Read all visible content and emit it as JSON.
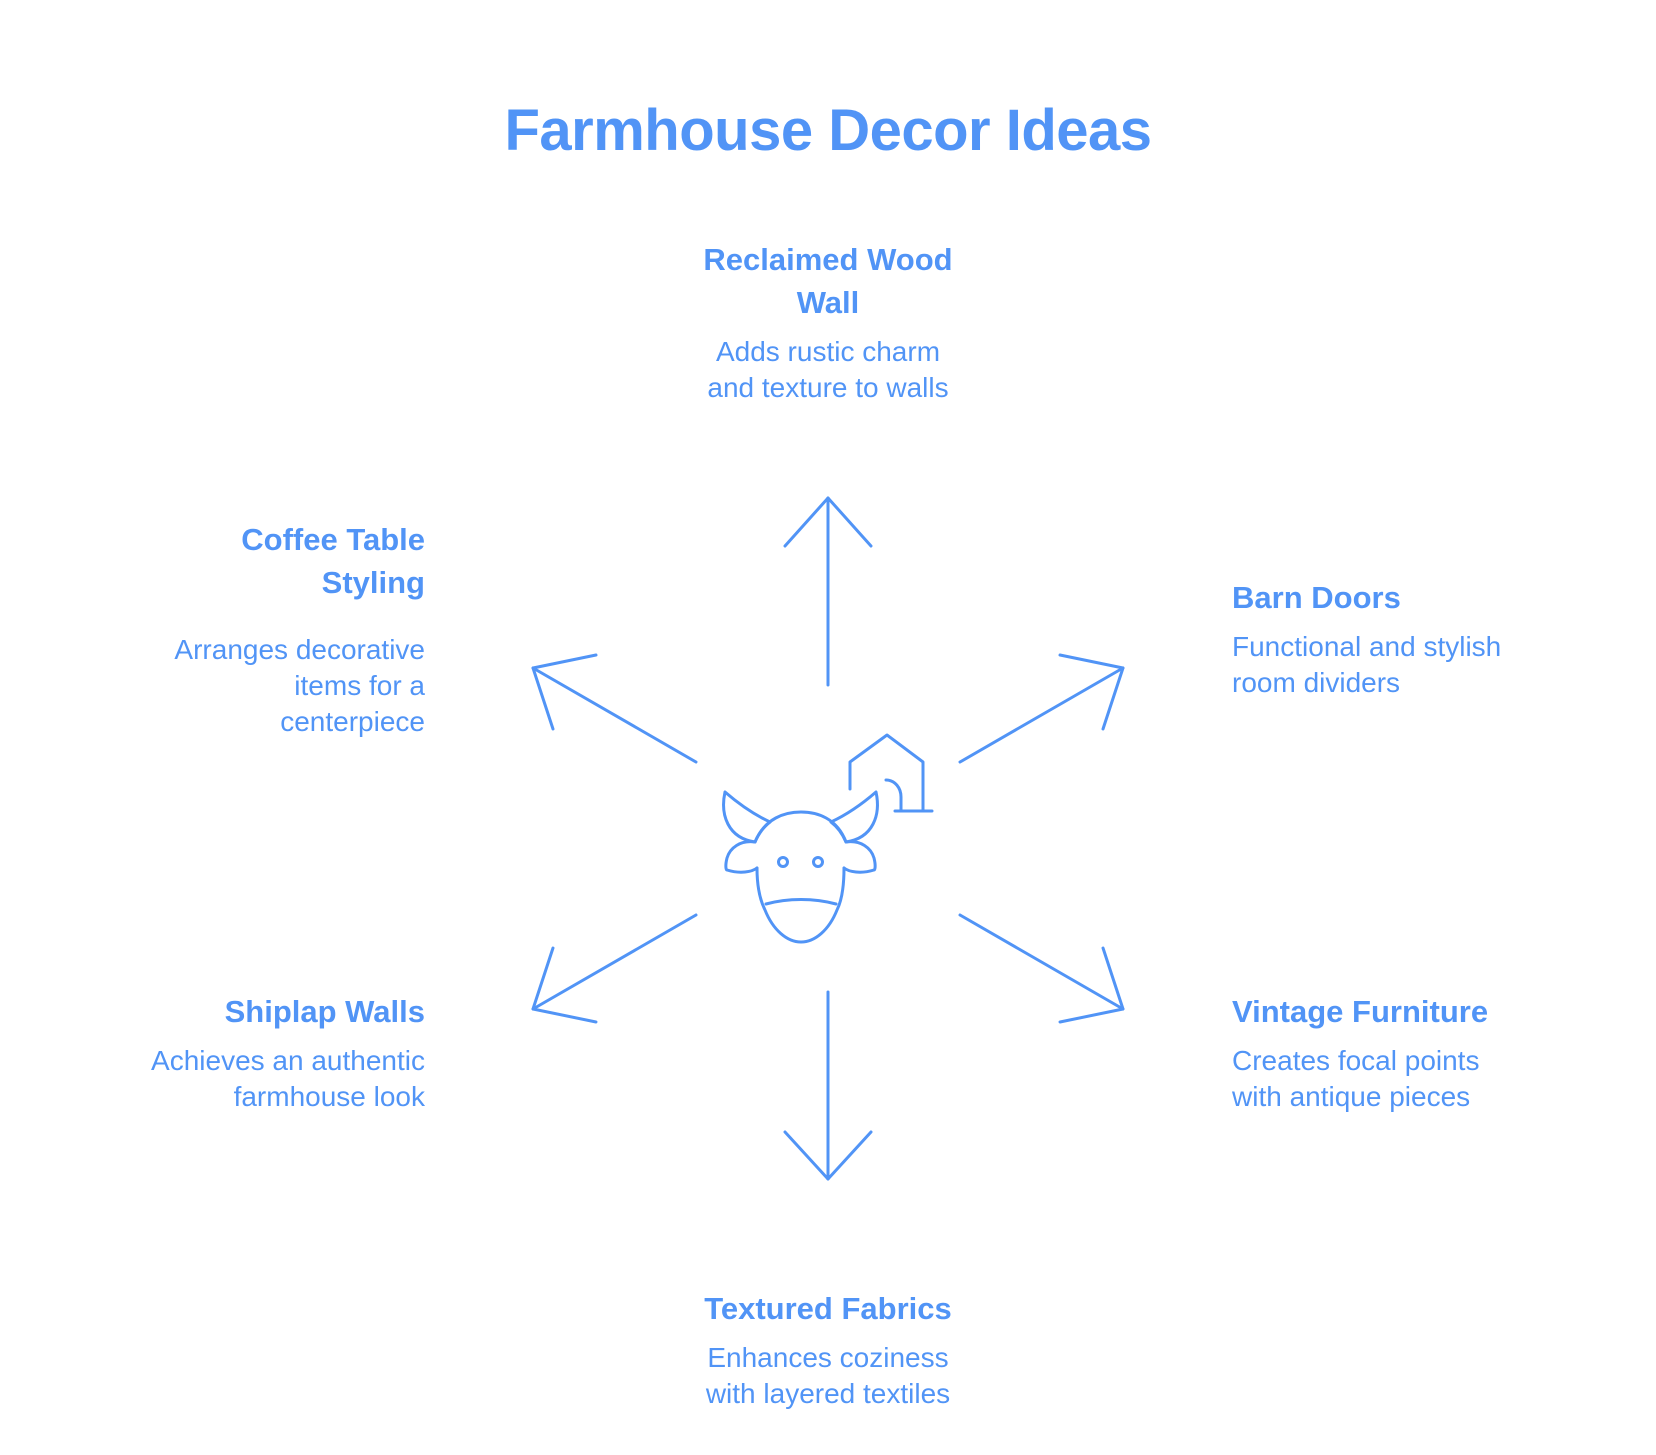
{
  "diagram": {
    "title": "Farmhouse Decor Ideas",
    "accent_color": "#5194F6",
    "center_icon": "cow-with-barn-icon",
    "items": [
      {
        "position": "top",
        "title_line1": "Reclaimed Wood",
        "title_line2": "Wall",
        "desc_line1": "Adds rustic charm",
        "desc_line2": "and texture to walls"
      },
      {
        "position": "upper-right",
        "title_line1": "Barn Doors",
        "desc_line1": "Functional and stylish",
        "desc_line2": "room dividers"
      },
      {
        "position": "lower-right",
        "title_line1": "Vintage Furniture",
        "desc_line1": "Creates focal points",
        "desc_line2": "with antique pieces"
      },
      {
        "position": "bottom",
        "title_line1": "Textured Fabrics",
        "desc_line1": "Enhances coziness",
        "desc_line2": "with layered textiles"
      },
      {
        "position": "lower-left",
        "title_line1": "Shiplap Walls",
        "desc_line1": "Achieves an authentic",
        "desc_line2": "farmhouse look"
      },
      {
        "position": "upper-left",
        "title_line1": "Coffee Table",
        "title_line2": "Styling",
        "desc_line1": "Arranges decorative",
        "desc_line2": "items for a",
        "desc_line3": "centerpiece"
      }
    ]
  }
}
